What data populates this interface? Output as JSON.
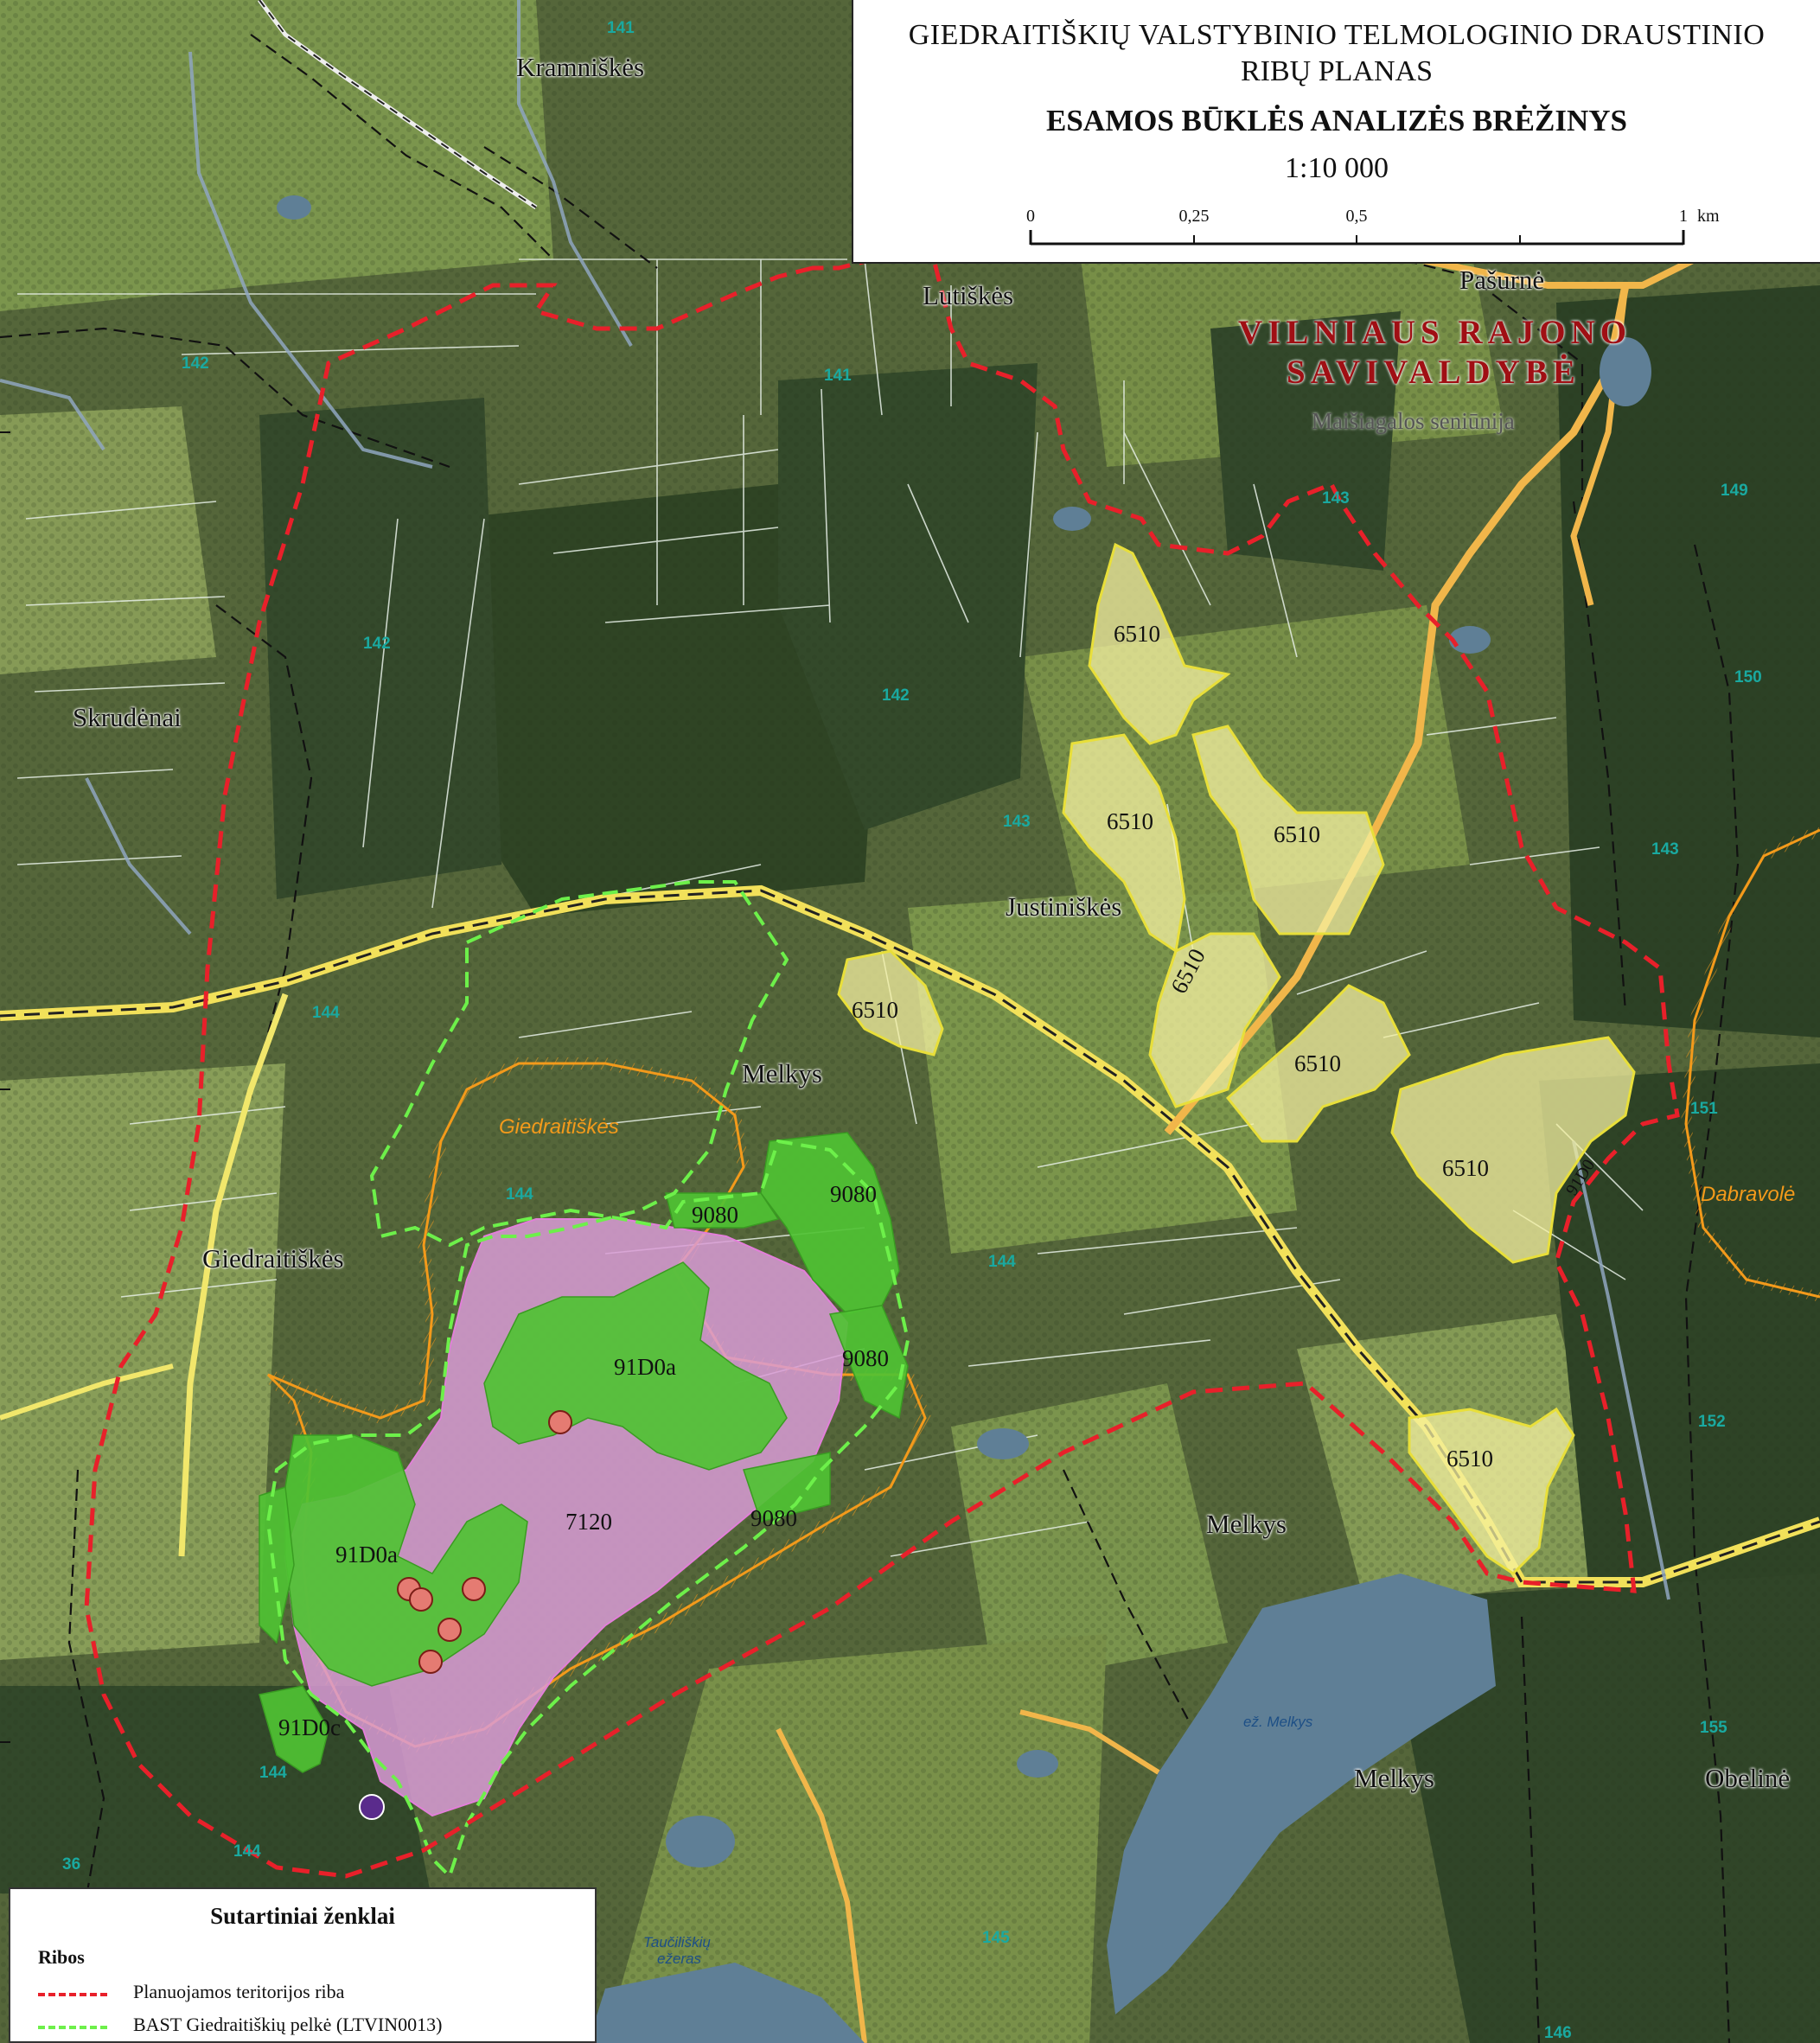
{
  "title": {
    "line1": "GIEDRAITIŠKIŲ VALSTYBINIO TELMOLOGINIO DRAUSTINIO",
    "line2": "RIBŲ PLANAS",
    "subtitle": "ESAMOS BŪKLĖS ANALIZĖS BRĖŽINYS",
    "scale": "1:10 000"
  },
  "scalebar": {
    "ticks": [
      "0",
      "0,25",
      "0,5",
      "1"
    ],
    "unit": "km"
  },
  "municipality": {
    "line1": "VILNIAUS RAJONO",
    "line2": "SAVIVALDYBĖ",
    "eldership": "Maišiagalos seniūnija"
  },
  "places": {
    "kramniskes": "Kramniškės",
    "lutiskes": "Lutiškės",
    "pasurne": "Pašurnė",
    "skrudenai": "Skrudėnai",
    "justiniskes": "Justiniškės",
    "melkys_north": "Melkys",
    "giedraitiskes": "Giedraitiškės",
    "melkys_center": "Melkys",
    "melkys_south": "Melkys",
    "obeline": "Obelinė"
  },
  "orange_labels": {
    "giedraitiskes": "Giedraitiškės",
    "dabravole": "Dabravolė"
  },
  "lakes": {
    "melkys": "ež. Melkys",
    "tauciliskiu_1": "Taučiliškių",
    "tauciliskiu_2": "ežeras"
  },
  "habitats": {
    "h6510_a": "6510",
    "h6510_b": "6510",
    "h6510_c": "6510",
    "h6510_d": "6510",
    "h6510_e": "6510",
    "h6510_f": "6510",
    "h6510_g": "6510",
    "h6510_h": "6510",
    "h9080_a": "9080",
    "h9080_b": "9080",
    "h9080_c": "9080",
    "h9080_d": "9080",
    "h91D0a_a": "91D0a",
    "h91D0a_b": "91D0a",
    "h91D0c": "91D0c",
    "h7120": "7120",
    "h91D0_edge": "91D0"
  },
  "quarter_numbers": {
    "q141_top": "141",
    "q141": "141",
    "q142_a": "142",
    "q142_b": "142",
    "q142_c": "142",
    "q143_a": "143",
    "q143_b": "143",
    "q143_c": "143",
    "q149": "149",
    "q150": "150",
    "q144_a": "144",
    "q144_b": "144",
    "q144_c": "144",
    "q144_d": "144",
    "q144_e": "144",
    "q151": "151",
    "q152": "152",
    "q155": "155",
    "q36": "36",
    "q145": "145",
    "q146": "146"
  },
  "legend": {
    "title": "Sutartiniai ženklai",
    "section": "Ribos",
    "items": [
      {
        "label": "Planuojamos teritorijos riba",
        "color": "#e8202a"
      },
      {
        "label": "BAST Giedraitiškių pelkė (LTVIN0013)",
        "color": "#6df04a"
      }
    ]
  },
  "colors": {
    "planned_boundary": "#e8202a",
    "bast_boundary": "#6df04a",
    "habitat_6510": "#f4f0a0",
    "habitat_9080": "#4fc233",
    "habitat_7120": "#d99bd6",
    "existing_reserve": "#f39a1b",
    "municipality_text": "#a00f14"
  }
}
